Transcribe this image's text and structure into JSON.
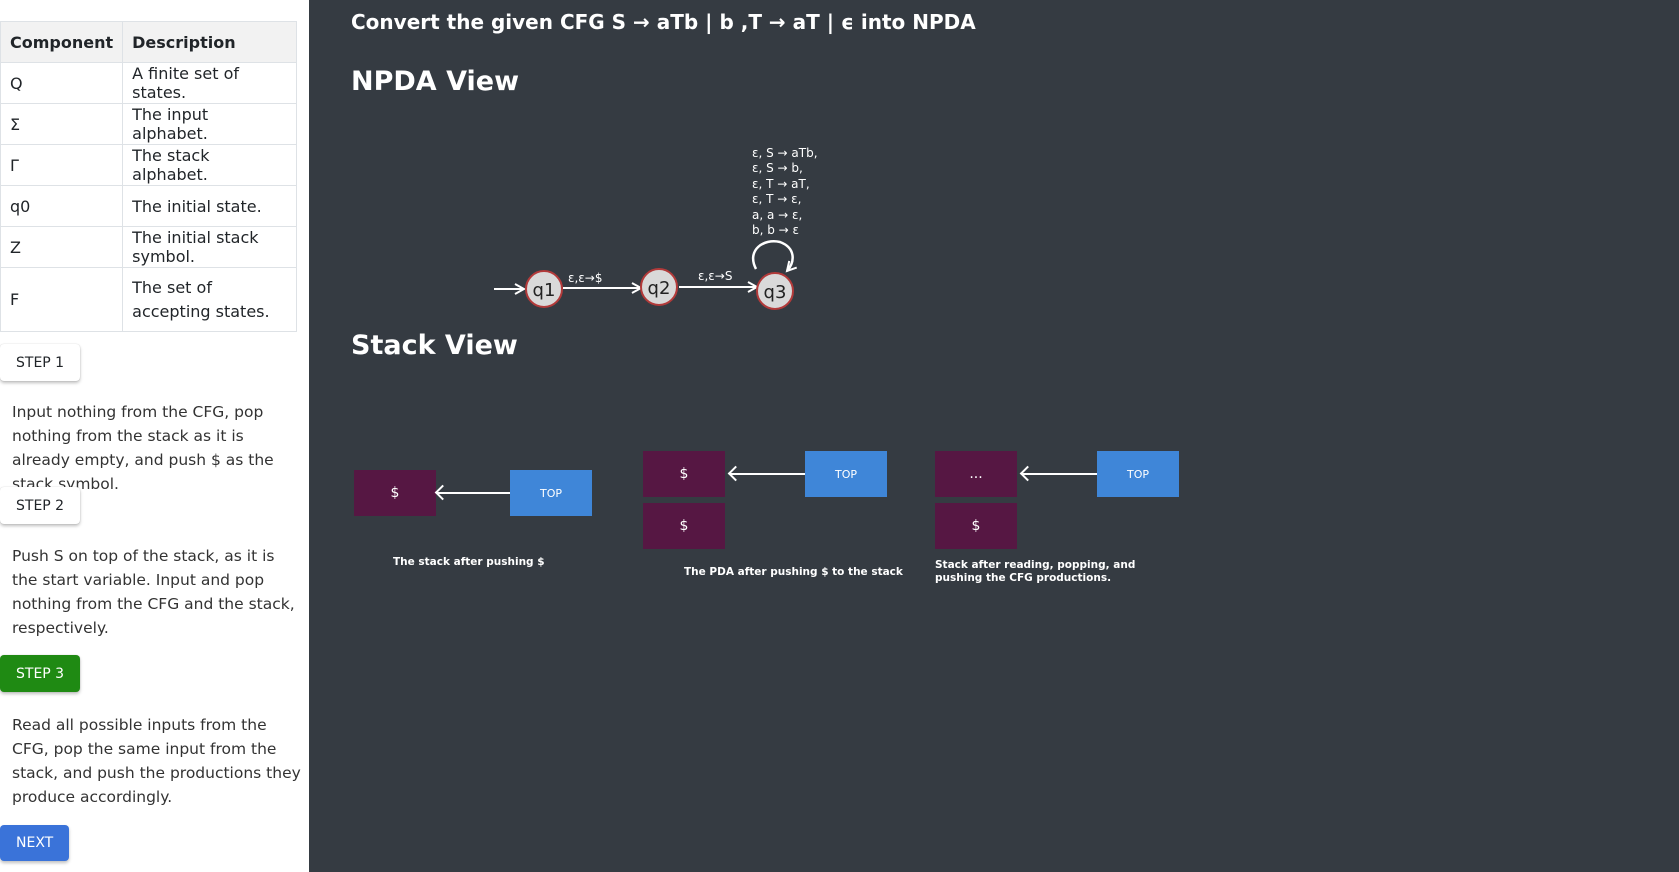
{
  "table": {
    "headers": [
      "Component",
      "Description"
    ],
    "rows": [
      [
        "Q",
        "A finite set of states."
      ],
      [
        "Σ",
        "The input alphabet."
      ],
      [
        "Γ",
        "The stack alphabet."
      ],
      [
        "q0",
        "The initial state."
      ],
      [
        "Z",
        "The initial stack symbol."
      ],
      [
        "F",
        "The set of accepting states."
      ]
    ]
  },
  "steps": [
    {
      "label": "STEP 1",
      "text": "Input nothing from the CFG, pop nothing from the stack as it is already empty, and push $ as the stack symbol.",
      "active": false
    },
    {
      "label": "STEP 2",
      "text": "Push S on top of the stack, as it is the start variable. Input and pop nothing from the CFG and the stack, respectively.",
      "active": false
    },
    {
      "label": "STEP 3",
      "text": "Read all possible inputs from the CFG, pop the same input from the stack, and push the productions they produce accordingly.",
      "active": true
    }
  ],
  "next_label": "NEXT",
  "title": "Convert the given CFG S → aTb | b ,T → aT | ϵ into NPDA",
  "npda": {
    "heading": "NPDA View",
    "states": [
      "q1",
      "q2",
      "q3"
    ],
    "transitions": [
      "ε,ε→$",
      "ε,ε→S"
    ],
    "loop_lines": [
      "ε, S → aTb,",
      "ε, S → b,",
      "ε, T → aT,",
      "ε, T → ε,",
      "a, a → ε,",
      "b, b → ε"
    ]
  },
  "stack": {
    "heading": "Stack View",
    "top_label": "TOP",
    "diagrams": [
      {
        "cells": [
          "$"
        ],
        "caption": "The stack after pushing $"
      },
      {
        "cells": [
          "$",
          "$"
        ],
        "caption": "The PDA after pushing $ to the stack"
      },
      {
        "cells": [
          "...",
          "$"
        ],
        "caption": "Stack after reading, popping, and pushing the CFG productions."
      }
    ]
  },
  "colors": {
    "main_bg": "#353b42",
    "stack_cell": "#561743",
    "top_box": "#3f86d8",
    "active_step": "#1f8a13",
    "next_button": "#3a73d9",
    "state_fill": "#d9d9d9",
    "state_border": "#b23a3a"
  }
}
